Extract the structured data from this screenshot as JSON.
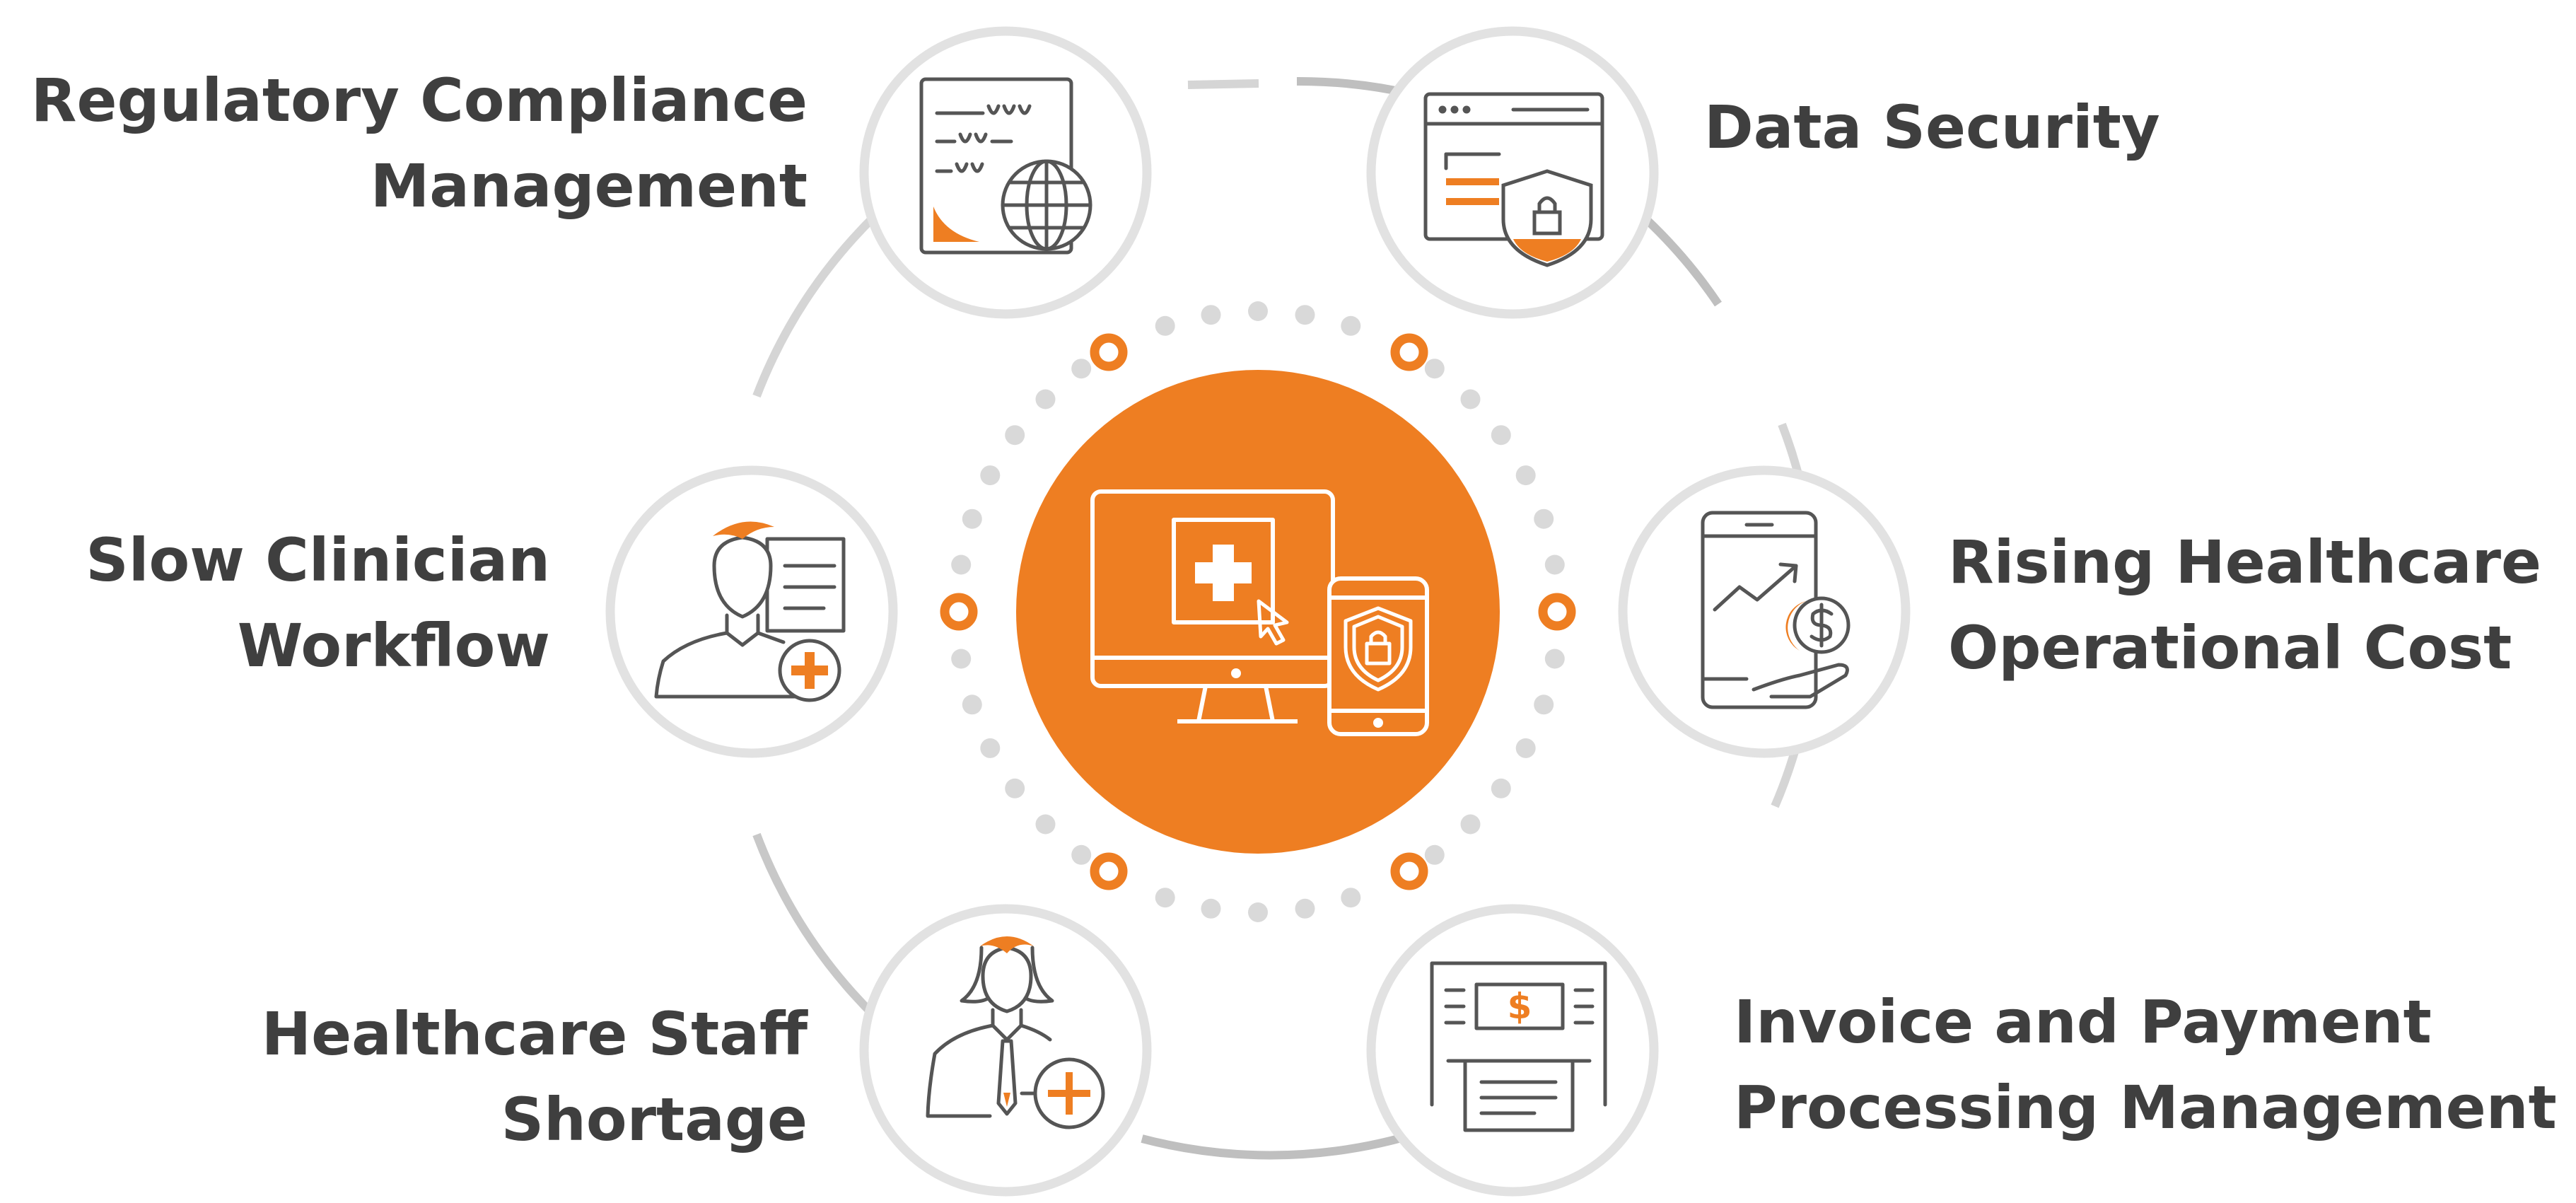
{
  "colors": {
    "accent": "#ee7e22",
    "icon_stroke": "#555555",
    "ring": "#dcdcdc",
    "text": "#3f3f3f"
  },
  "center": {
    "name": "medical-monitor-with-mobile-security-icon"
  },
  "items": [
    {
      "id": "regulatory",
      "icon": "document-globe-icon",
      "lines": [
        "Regulatory Compliance",
        "Management"
      ]
    },
    {
      "id": "data-security",
      "icon": "browser-shield-lock-icon",
      "lines": [
        "Data Security"
      ]
    },
    {
      "id": "slow-clinician",
      "icon": "clinician-document-plus-icon",
      "lines": [
        "Slow Clinician",
        "Workflow"
      ]
    },
    {
      "id": "rising-cost",
      "icon": "phone-chart-dollar-icon",
      "lines": [
        "Rising Healthcare",
        "Operational Cost"
      ]
    },
    {
      "id": "staff-shortage",
      "icon": "nurse-plus-icon",
      "lines": [
        "Healthcare Staff",
        "Shortage"
      ]
    },
    {
      "id": "invoice",
      "icon": "invoice-printer-icon",
      "lines": [
        "Invoice and Payment",
        "Processing Management"
      ]
    }
  ]
}
